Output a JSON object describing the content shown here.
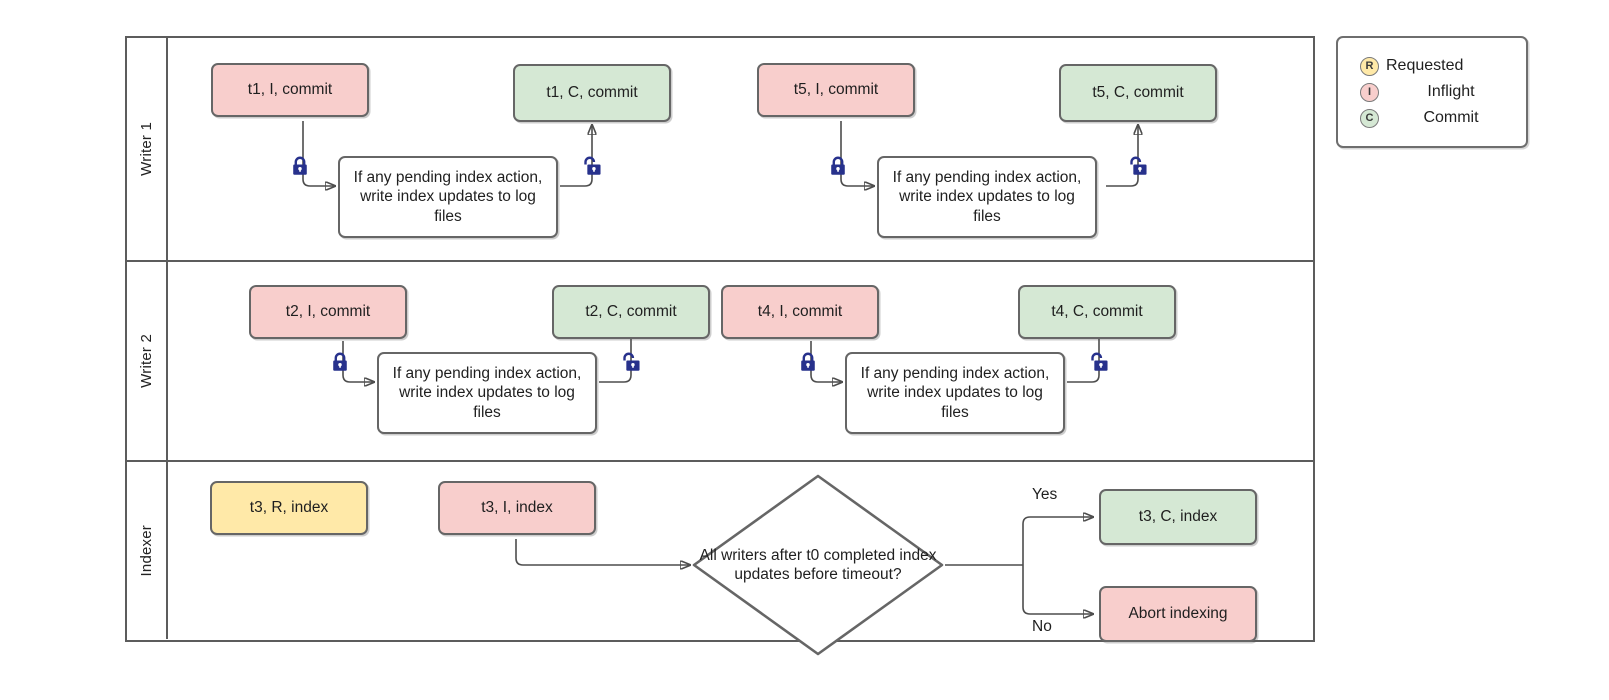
{
  "diagram": {
    "title": "Writer/Indexer concurrency swimlane diagram",
    "colors": {
      "pink": "#f8cecc",
      "green": "#d5e8d4",
      "yellow": "#ffe9a8",
      "white": "#ffffff",
      "border": "#666666",
      "lane_border": "#5c5c5c",
      "edge": "#4d4d4d",
      "lock": "#27318c"
    },
    "note_text": "If any pending index action, write index updates to log files",
    "lanes": [
      {
        "id": "writer-1",
        "label": "Writer 1",
        "nodes": [
          {
            "id": "w1-t1-i",
            "label": "t1, I, commit",
            "color": "pink"
          },
          {
            "id": "w1-note-1",
            "label": "If any pending index action, write index updates to log files",
            "color": "white"
          },
          {
            "id": "w1-t1-c",
            "label": "t1, C, commit",
            "color": "green"
          },
          {
            "id": "w1-t5-i",
            "label": "t5, I, commit",
            "color": "pink"
          },
          {
            "id": "w1-note-2",
            "label": "If any pending index action, write index updates to log files",
            "color": "white"
          },
          {
            "id": "w1-t5-c",
            "label": "t5, C, commit",
            "color": "green"
          }
        ],
        "locks": [
          {
            "id": "w1-lock-1",
            "state": "locked"
          },
          {
            "id": "w1-unlock-1",
            "state": "unlocked"
          },
          {
            "id": "w1-lock-2",
            "state": "locked"
          },
          {
            "id": "w1-unlock-2",
            "state": "unlocked"
          }
        ]
      },
      {
        "id": "writer-2",
        "label": "Writer 2",
        "nodes": [
          {
            "id": "w2-t2-i",
            "label": "t2, I, commit",
            "color": "pink"
          },
          {
            "id": "w2-note-1",
            "label": "If any pending index action, write index updates to log files",
            "color": "white"
          },
          {
            "id": "w2-t2-c",
            "label": "t2, C, commit",
            "color": "green"
          },
          {
            "id": "w2-t4-i",
            "label": "t4, I, commit",
            "color": "pink"
          },
          {
            "id": "w2-note-2",
            "label": "If any pending index action, write index updates to log files",
            "color": "white"
          },
          {
            "id": "w2-t4-c",
            "label": "t4, C, commit",
            "color": "green"
          }
        ],
        "locks": [
          {
            "id": "w2-lock-1",
            "state": "locked"
          },
          {
            "id": "w2-unlock-1",
            "state": "unlocked"
          },
          {
            "id": "w2-lock-2",
            "state": "locked"
          },
          {
            "id": "w2-unlock-2",
            "state": "unlocked"
          }
        ]
      },
      {
        "id": "indexer",
        "label": "Indexer",
        "nodes": [
          {
            "id": "ix-t3-r",
            "label": "t3, R, index",
            "color": "yellow"
          },
          {
            "id": "ix-t3-i",
            "label": "t3, I, index",
            "color": "pink"
          },
          {
            "id": "ix-decision",
            "label": "All writers after t0 completed index updates before timeout?",
            "color": "white"
          },
          {
            "id": "ix-t3-c",
            "label": "t3, C, index",
            "color": "green"
          },
          {
            "id": "ix-abort",
            "label": "Abort indexing",
            "color": "pink"
          }
        ],
        "branches": [
          {
            "id": "branch-yes",
            "label": "Yes"
          },
          {
            "id": "branch-no",
            "label": "No"
          }
        ]
      }
    ]
  },
  "legend": {
    "items": [
      {
        "code": "R",
        "label": "Requested",
        "color": "#ffe9a8"
      },
      {
        "code": "I",
        "label": "Inflight",
        "color": "#f8cecc"
      },
      {
        "code": "C",
        "label": "Commit",
        "color": "#d5e8d4"
      }
    ]
  }
}
